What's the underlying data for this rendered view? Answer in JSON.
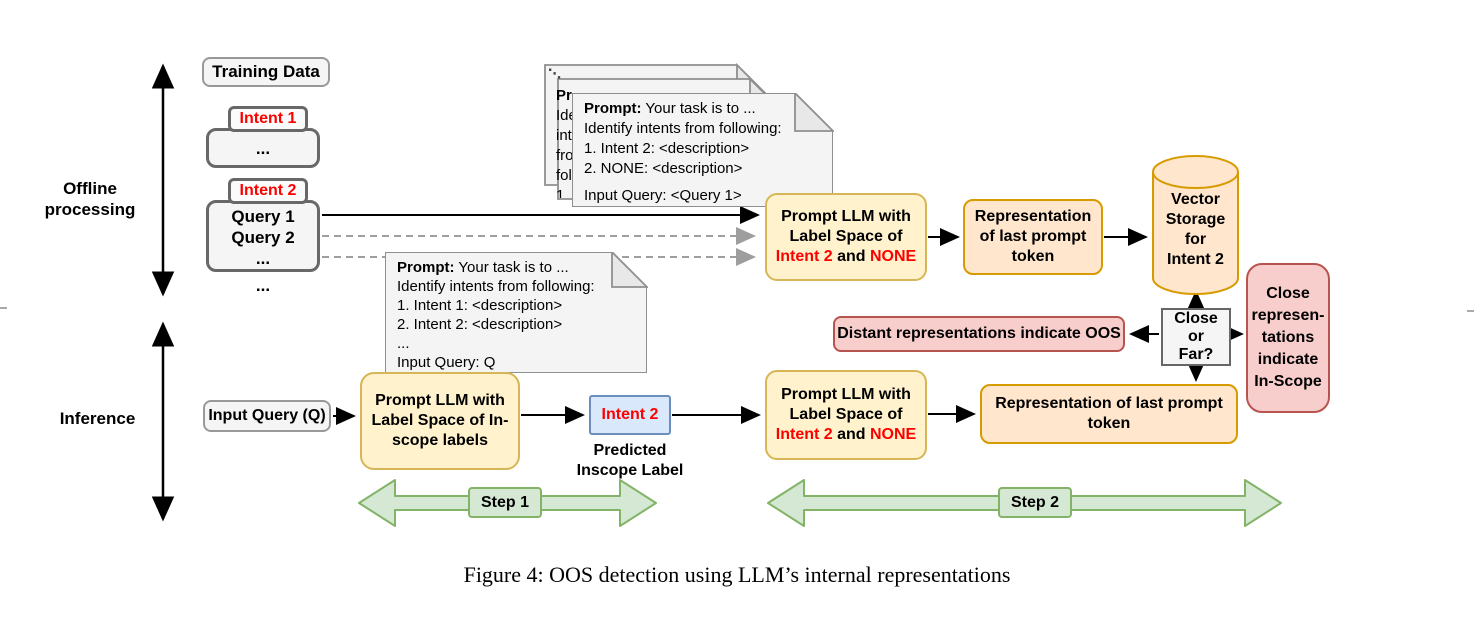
{
  "side_labels": {
    "offline": "Offline\nprocessing",
    "inference": "Inference"
  },
  "training_data": "Training Data",
  "intents": {
    "intent1_label": "Intent 1",
    "intent1_body": "...",
    "intent2_label": "Intent 2",
    "intent2_queries": "Query 1\nQuery 2\n...",
    "more": "..."
  },
  "offline_doc": {
    "stack_dots": "⋱",
    "prompt_label": "Prompt:",
    "intro": " Your task is to ...",
    "body": "Identify intents from following:\n1. Intent 2: <description>\n2. NONE: <description>",
    "footer": "Input Query: <Query 1>"
  },
  "inference_doc": {
    "prompt_label": "Prompt:",
    "intro": " Your task is to ...",
    "body": "Identify intents from following:\n1. Intent 1: <description>\n2. Intent 2: <description>\n...",
    "footer": "Input Query: Q"
  },
  "boxes": {
    "prompt_llm_offline": {
      "line1": "Prompt LLM with",
      "line2": "Label Space of",
      "intent": "Intent 2",
      "and": " and ",
      "none": "NONE"
    },
    "representation_top": "Representation\nof last prompt\ntoken",
    "vector_storage": "Vector\nStorage\nfor\nIntent 2",
    "close_or_far": "Close\nor\nFar?",
    "distant_oos": "Distant representations indicate OOS",
    "close_inscope": "Close\nrepresen-\ntations\nindicate\nIn-Scope",
    "input_query": "Input Query (Q)",
    "prompt_llm_inscope": "Prompt LLM with\nLabel Space of In-\nscope labels",
    "predicted_intent": "Intent 2",
    "predicted_caption": "Predicted\nInscope Label",
    "prompt_llm_intent2": {
      "line1": "Prompt LLM with",
      "line2": "Label Space of",
      "intent": "Intent 2",
      "and": " and ",
      "none": "NONE"
    },
    "representation_bottom": "Representation of last prompt\ntoken"
  },
  "steps": {
    "step1": "Step 1",
    "step2": "Step 2"
  },
  "caption": "Figure 4: OOS detection using LLM’s internal representations",
  "colors": {
    "yellow_fill": "#FFF2CC",
    "yellow_border": "#D6B656",
    "orange_fill": "#FFE6CC",
    "orange_border": "#D79B00",
    "pink_fill": "#F8CECC",
    "pink_border": "#B85450",
    "blue_fill": "#DAE8FC",
    "blue_border": "#6C8EBF",
    "green_fill": "#D5E8D4",
    "green_border": "#82B366",
    "gray_fill": "#F5F5F5",
    "gray_border": "#666666",
    "red_text": "#FF0000"
  }
}
